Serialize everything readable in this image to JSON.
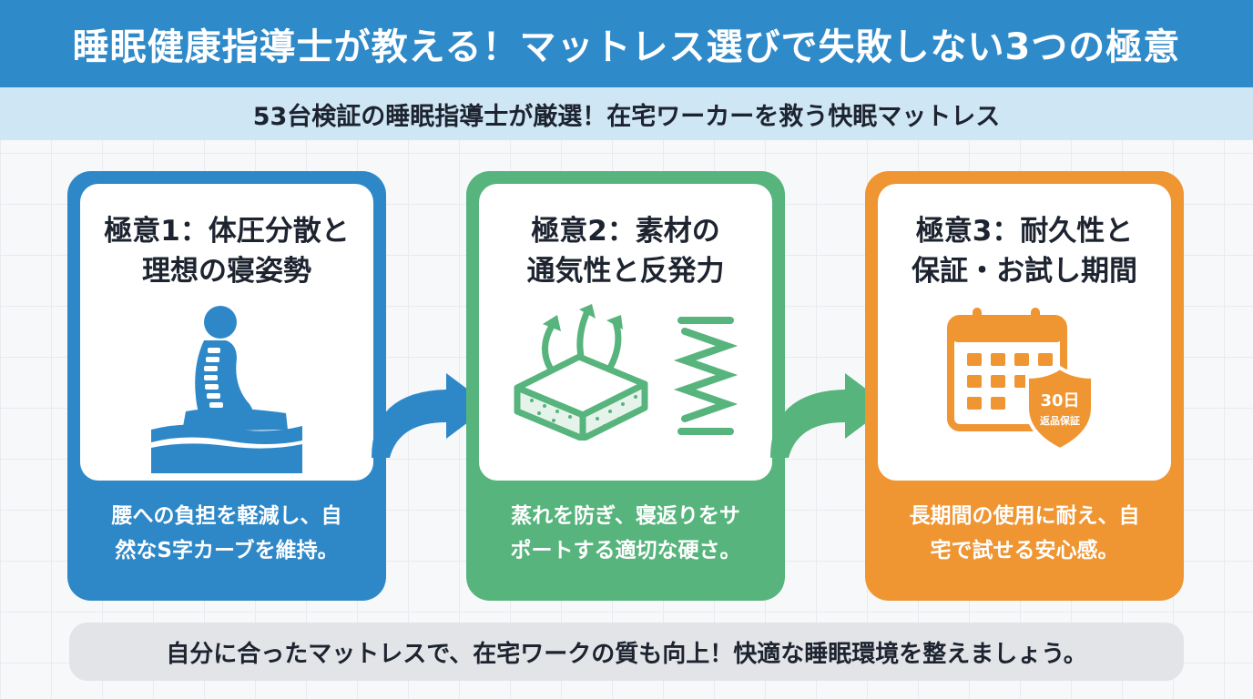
{
  "header": {
    "title": "睡眠健康指導士が教える！マットレス選びで失敗しない3つの極意",
    "subtitle": "53台検証の睡眠指導士が厳選！在宅ワーカーを救う快眠マットレス"
  },
  "cards": [
    {
      "heading": "極意1：体圧分散と\n理想の寝姿勢",
      "caption": "腰への負担を軽減し、自\n然なS字カーブを維持。",
      "icon": "spine-posture-icon",
      "color": "#2e88c8"
    },
    {
      "heading": "極意2：素材の\n通気性と反発力",
      "caption": "蒸れを防ぎ、寝返りをサ\nポートする適切な硬さ。",
      "icon": "breathable-material-spring-icon",
      "color": "#56b47c"
    },
    {
      "heading": "極意3：耐久性と\n保証・お試し期間",
      "caption": "長期間の使用に耐え、自\n宅で試せる安心感。",
      "icon": "calendar-shield-icon",
      "color": "#ef9532",
      "badge_main": "30日",
      "badge_sub": "返品保証"
    }
  ],
  "footer": {
    "text": "自分に合ったマットレスで、在宅ワークの質も向上！快適な睡眠環境を整えましょう。"
  }
}
